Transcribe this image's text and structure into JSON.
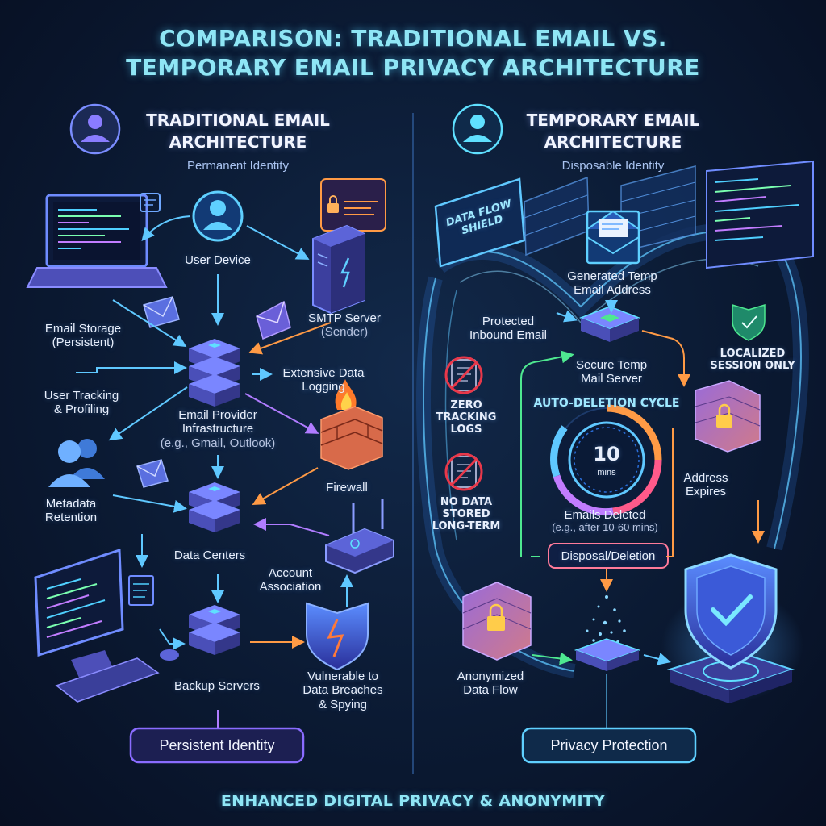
{
  "title": {
    "line1": "COMPARISON: TRADITIONAL EMAIL VS.",
    "line2": "TEMPORARY EMAIL PRIVACY ARCHITECTURE"
  },
  "traditional": {
    "heading_line1": "TRADITIONAL EMAIL",
    "heading_line2": "ARCHITECTURE",
    "subtitle": "Permanent Identity",
    "user_device": "User Device",
    "smtp_line1": "SMTP Server",
    "smtp_line2": "(Sender)",
    "email_storage_line1": "Email Storage",
    "email_storage_line2": "(Persistent)",
    "extensive_line1": "Extensive Data",
    "extensive_line2": "Logging",
    "tracking_line1": "User Tracking",
    "tracking_line2": "& Profiling",
    "provider_line1": "Email Provider",
    "provider_line2": "Infrastructure",
    "provider_line3": "(e.g., Gmail, Outlook)",
    "firewall": "Firewall",
    "metadata_line1": "Metadata",
    "metadata_line2": "Retention",
    "data_centers": "Data Centers",
    "account_line1": "Account",
    "account_line2": "Association",
    "backup": "Backup Servers",
    "vulnerable_line1": "Vulnerable to",
    "vulnerable_line2": "Data Breaches",
    "vulnerable_line3": "& Spying",
    "pill": "Persistent Identity"
  },
  "temporary": {
    "heading_line1": "TEMPORARY EMAIL",
    "heading_line2": "ARCHITECTURE",
    "subtitle": "Disposable Identity",
    "shield_sign_line1": "DATA FLOW",
    "shield_sign_line2": "SHIELD",
    "generated_line1": "Generated Temp",
    "generated_line2": "Email Address",
    "protected_line1": "Protected",
    "protected_line2": "Inbound Email",
    "secure_line1": "Secure Temp",
    "secure_line2": "Mail Server",
    "localized_line1": "LOCALIZED",
    "localized_line2": "SESSION ONLY",
    "zero_line1": "ZERO",
    "zero_line2": "TRACKING",
    "zero_line3": "LOGS",
    "auto_deletion": "AUTO-DELETION CYCLE",
    "timer_value": "10",
    "timer_unit": "mins",
    "no_data_line1": "NO DATA",
    "no_data_line2": "STORED",
    "no_data_line3": "LONG-TERM",
    "address_line1": "Address",
    "address_line2": "Expires",
    "deleted_line1": "Emails Deleted",
    "deleted_line2": "(e.g., after 10-60 mins)",
    "disposal": "Disposal/Deletion",
    "anonymized_line1": "Anonymized",
    "anonymized_line2": "Data Flow",
    "pill": "Privacy Protection"
  },
  "footer": "ENHANCED DIGITAL PRIVACY & ANONYMITY"
}
